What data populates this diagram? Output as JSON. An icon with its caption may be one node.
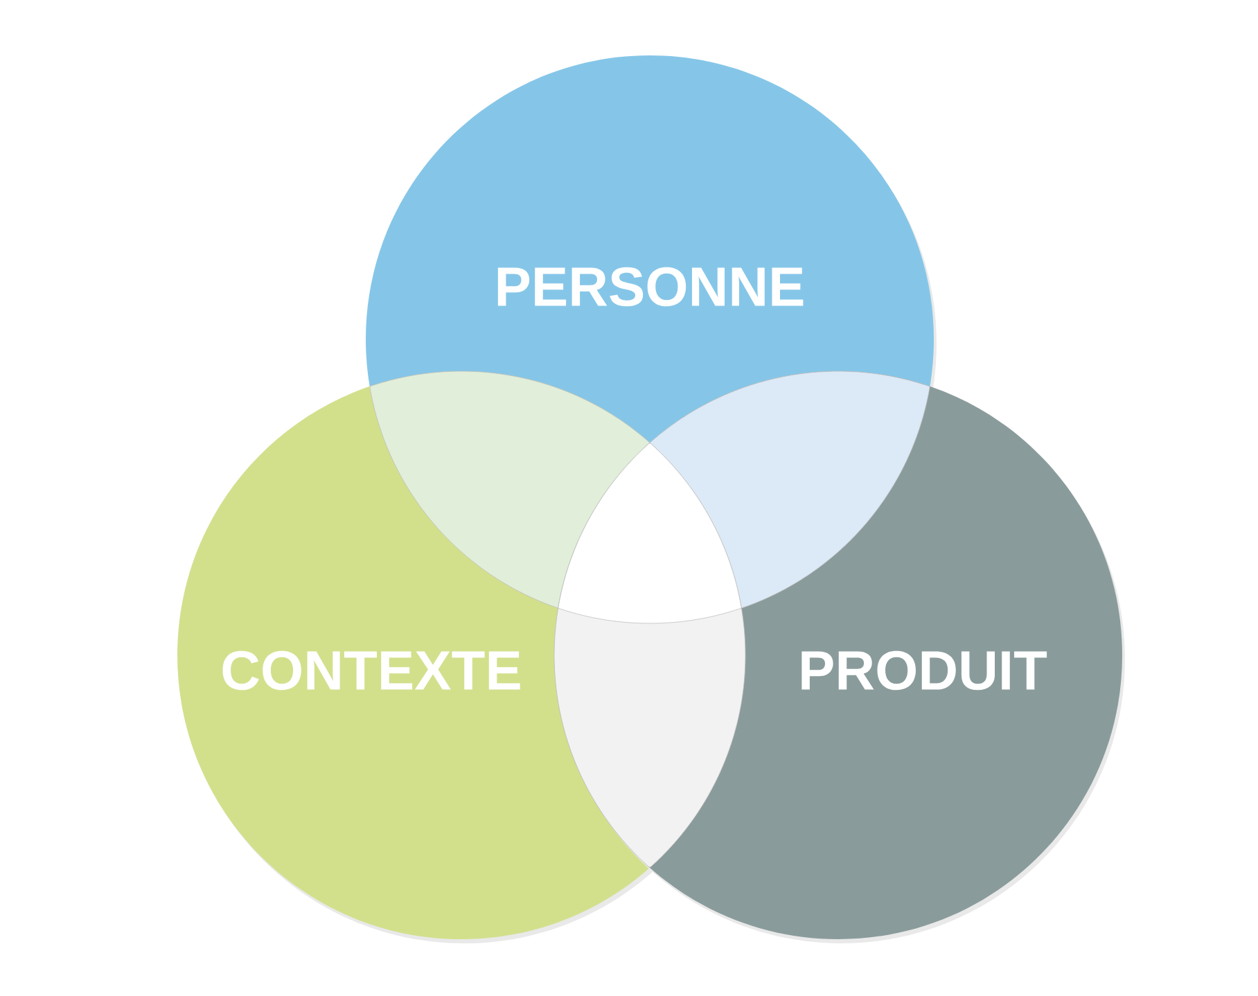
{
  "diagram": {
    "nodes": [
      {
        "text": [
          "PERSONNE"
        ]
      },
      {
        "text": [
          "CONTEXTE"
        ]
      },
      {
        "text": [
          "PRODUIT"
        ]
      }
    ]
  }
}
